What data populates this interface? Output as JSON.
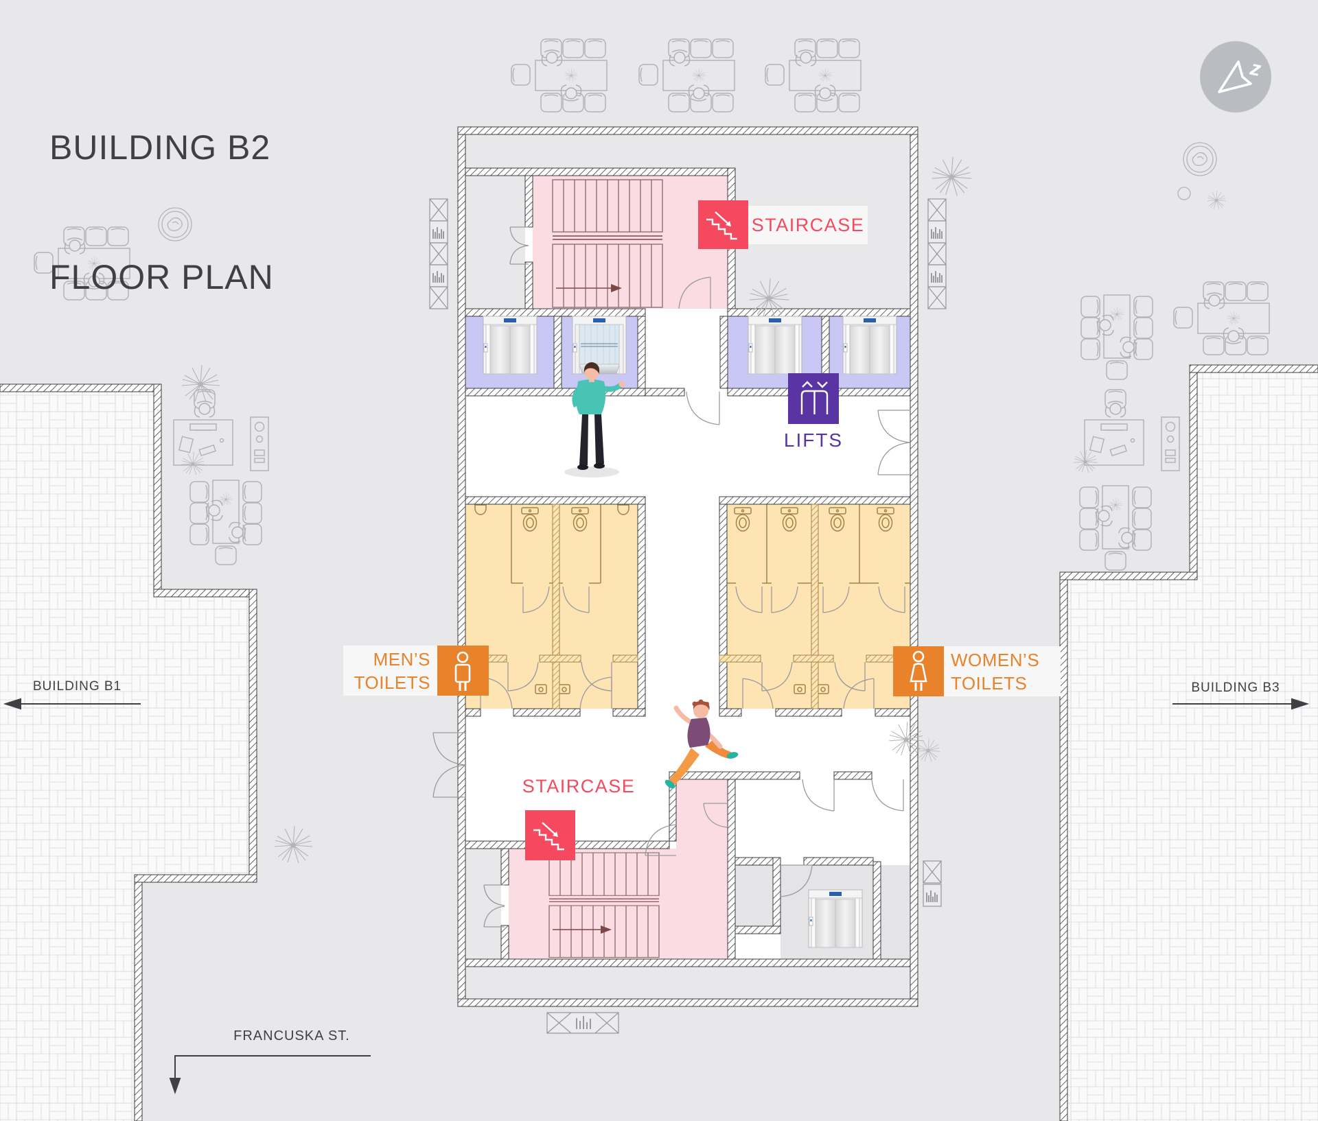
{
  "title": {
    "line1": "BUILDING B2",
    "line2": "FLOOR PLAN"
  },
  "compass": {
    "letter": "z",
    "icon": "north-arrow-icon"
  },
  "rooms": {
    "staircase_top": {
      "label": "STAIRCASE",
      "icon": "stairs-down-icon",
      "accent": "#f4495e",
      "fill": "#fbdce3"
    },
    "staircase_bottom": {
      "label": "STAIRCASE",
      "icon": "stairs-down-icon",
      "accent": "#f4495e",
      "fill": "#fbdce3"
    },
    "lifts": {
      "label": "LIFTS",
      "icon": "elevator-icon",
      "accent": "#5a34a2",
      "fill": "#c9c7f4"
    },
    "mens_toilets": {
      "label_line1": "MEN’S",
      "label_line2": "TOILETS",
      "icon": "man-icon",
      "accent": "#e8832c",
      "fill": "#fde4b2"
    },
    "womens_toilets": {
      "label_line1": "WOMEN’S",
      "label_line2": "TOILETS",
      "icon": "woman-icon",
      "accent": "#e8832c",
      "fill": "#fde4b2"
    }
  },
  "wayfinding": {
    "building_b1": {
      "label": "BUILDING B1",
      "direction": "left"
    },
    "building_b3": {
      "label": "BUILDING B3",
      "direction": "right"
    },
    "street": {
      "label": "FRANCUSKA ST.",
      "direction": "down"
    }
  },
  "colors": {
    "background": "#e8e8ea",
    "plaza": "#fafafa",
    "wall": "#3d3d3f",
    "staircase_accent": "#f4495e",
    "lifts_accent": "#5a34a2",
    "toilets_accent": "#e8832c",
    "label_box": "#f7f7f8"
  }
}
